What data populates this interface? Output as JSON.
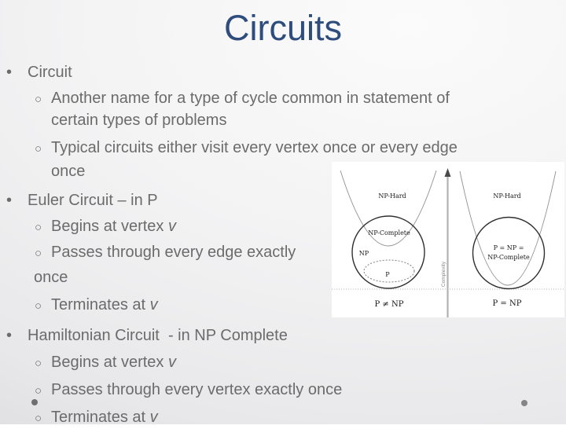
{
  "slide": {
    "title": "Circuits",
    "lines": [
      {
        "bullet": "•",
        "text": "Circuit",
        "italic": ""
      },
      {
        "bullet": "○",
        "text": "Another name for a type of cycle common in statement of",
        "italic": ""
      },
      {
        "bullet": "",
        "text": "certain types of problems",
        "italic": ""
      },
      {
        "bullet": "○",
        "text": "Typical circuits either visit every vertex once or every edge",
        "italic": ""
      },
      {
        "bullet": "",
        "text": "once",
        "italic": ""
      },
      {
        "bullet": "•",
        "text": "Euler Circuit – in P",
        "italic": ""
      },
      {
        "bullet": "○",
        "text": "Begins at vertex ",
        "italic": "v"
      },
      {
        "bullet": "○",
        "text": "Passes through every edge exactly",
        "italic": ""
      },
      {
        "bullet": "",
        "text": "once",
        "italic": ""
      },
      {
        "bullet": "○",
        "text": "Terminates at ",
        "italic": "v"
      },
      {
        "bullet": "•",
        "text": "Hamiltonian Circuit  - in NP Complete",
        "italic": ""
      },
      {
        "bullet": "○",
        "text": "Begins at vertex ",
        "italic": "v"
      },
      {
        "bullet": "○",
        "text": "Passes through every vertex exactly once",
        "italic": ""
      },
      {
        "bullet": "○",
        "text": "Terminates at ",
        "italic": "v"
      }
    ]
  },
  "diagram": {
    "axis_label": "Complexity",
    "p_neq_np": {
      "np_hard": "NP-Hard",
      "np_complete": "NP-Complete",
      "np": "NP",
      "p": "P",
      "caption": "P ≠ NP"
    },
    "p_eq_np": {
      "np_hard": "NP-Hard",
      "center_line1": "P = NP =",
      "center_line2": "NP-Complete",
      "caption": "P = NP"
    }
  }
}
